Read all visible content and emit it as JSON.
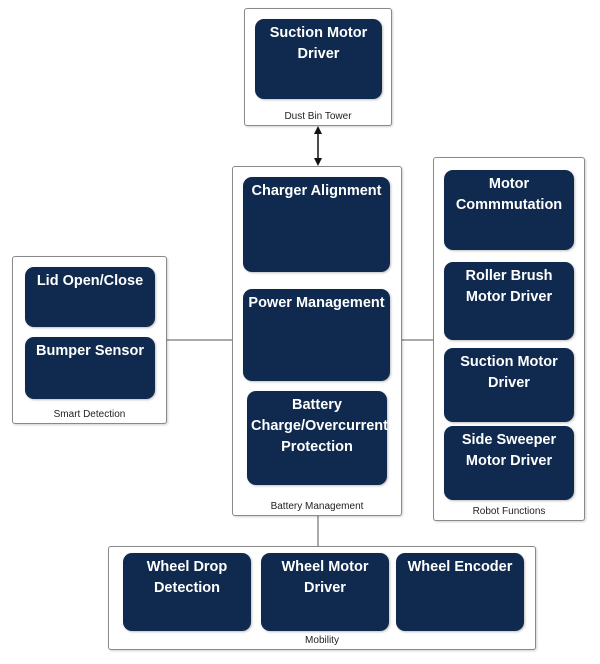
{
  "groups": {
    "dust_bin_tower": {
      "label": "Dust Bin Tower",
      "blocks": [
        {
          "label": "Suction Motor Driver"
        }
      ]
    },
    "battery_management": {
      "label": "Battery Management",
      "blocks": [
        {
          "label": "Charger Alignment"
        },
        {
          "label": "Power Management"
        },
        {
          "label": "Battery Charge/Overcurrent Protection"
        }
      ]
    },
    "smart_detection": {
      "label": "Smart Detection",
      "blocks": [
        {
          "label": "Lid Open/Close"
        },
        {
          "label": "Bumper Sensor"
        }
      ]
    },
    "robot_functions": {
      "label": "Robot Functions",
      "blocks": [
        {
          "label": "Motor Commmutation"
        },
        {
          "label": "Roller Brush Motor Driver"
        },
        {
          "label": "Suction Motor Driver"
        },
        {
          "label": "Side Sweeper Motor Driver"
        }
      ]
    },
    "mobility": {
      "label": "Mobility",
      "blocks": [
        {
          "label": "Wheel Drop Detection"
        },
        {
          "label": "Wheel Motor Driver"
        },
        {
          "label": "Wheel Encoder"
        }
      ]
    }
  },
  "colors": {
    "block_fill": "#0f2a4e",
    "block_text": "#ffffff",
    "group_border": "#8a8a8a",
    "connector": "#555555"
  }
}
